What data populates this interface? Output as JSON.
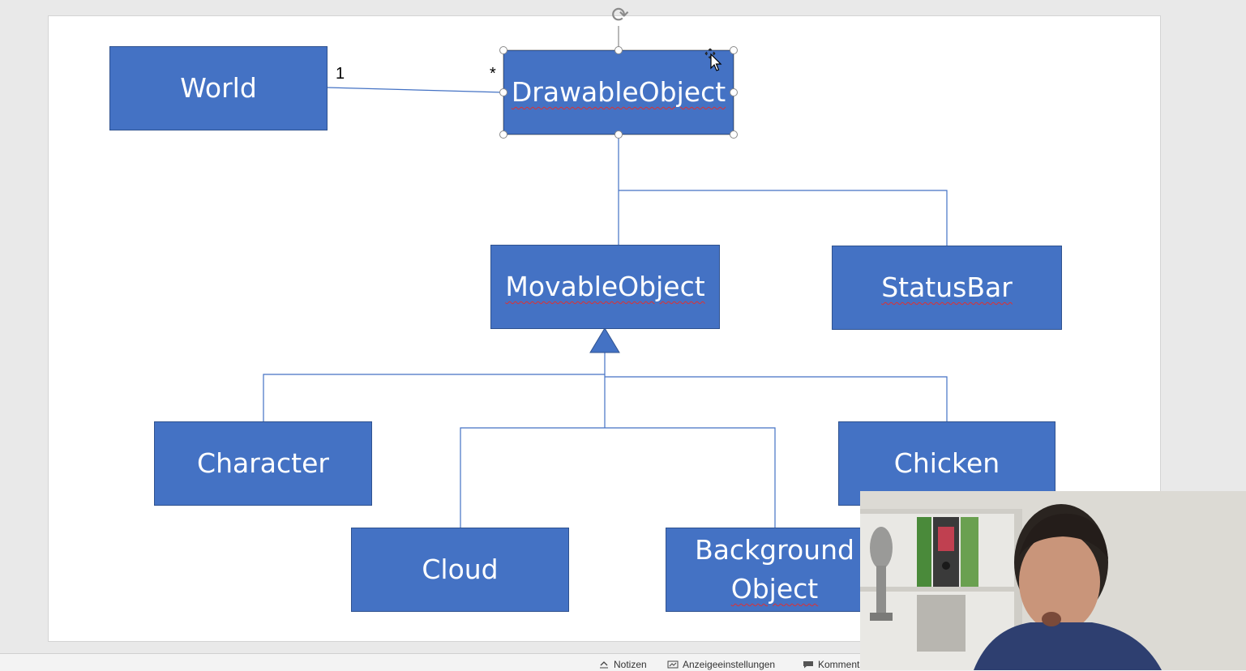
{
  "diagram": {
    "nodes": {
      "world": "World",
      "drawable_object": "DrawableObject",
      "movable_object": "MovableObject",
      "status_bar": "StatusBar",
      "character": "Character",
      "chicken": "Chicken",
      "cloud": "Cloud",
      "background_object_line1": "Background",
      "background_object_line2": "Object"
    },
    "multiplicity": {
      "world_end": "1",
      "drawable_end": "*"
    }
  },
  "statusbar": {
    "notes_label": "Notizen",
    "display_settings_label": "Anzeigeeinstellungen",
    "comments_label": "Kommentare"
  },
  "colors": {
    "box_fill": "#4472c4",
    "box_border": "#2f528f",
    "connector": "#4472c4"
  }
}
